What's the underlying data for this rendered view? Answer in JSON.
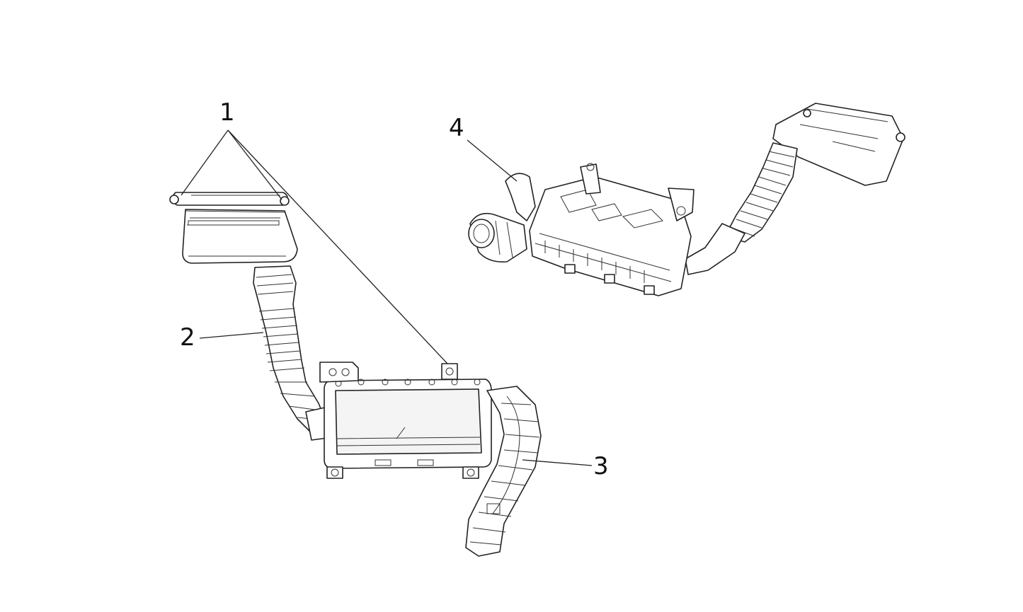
{
  "callouts": [
    {
      "id": "1",
      "label": "1"
    },
    {
      "id": "2",
      "label": "2"
    },
    {
      "id": "3",
      "label": "3"
    },
    {
      "id": "4",
      "label": "4"
    }
  ],
  "colors": {
    "background": "#ffffff",
    "line": "#222222"
  }
}
